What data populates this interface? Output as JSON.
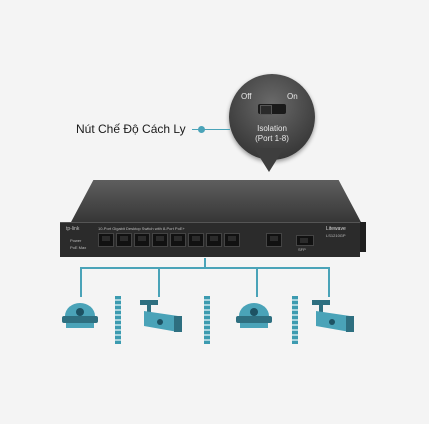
{
  "callout": {
    "label": "Nút Chế Độ Cách Ly"
  },
  "isolation_switch": {
    "off_label": "Off",
    "on_label": "On",
    "name_line1": "Isolation",
    "name_line2": "(Port 1-8)"
  },
  "switch_device": {
    "brand": "tp-link",
    "model": "Litewave",
    "model_sub": "LS1210GP",
    "front_title": "10-Port Gigabit Desktop Switch with 8-Port PoE+",
    "port_count": 8,
    "sfp_label": "SFP",
    "led_labels": [
      "Power",
      "PoE Max"
    ]
  },
  "devices": [
    "dome-camera-icon",
    "bullet-camera-icon",
    "dome-camera-icon",
    "bullet-camera-icon"
  ],
  "colors": {
    "accent": "#4aa3b8",
    "device_body": "#2b2b2b"
  }
}
